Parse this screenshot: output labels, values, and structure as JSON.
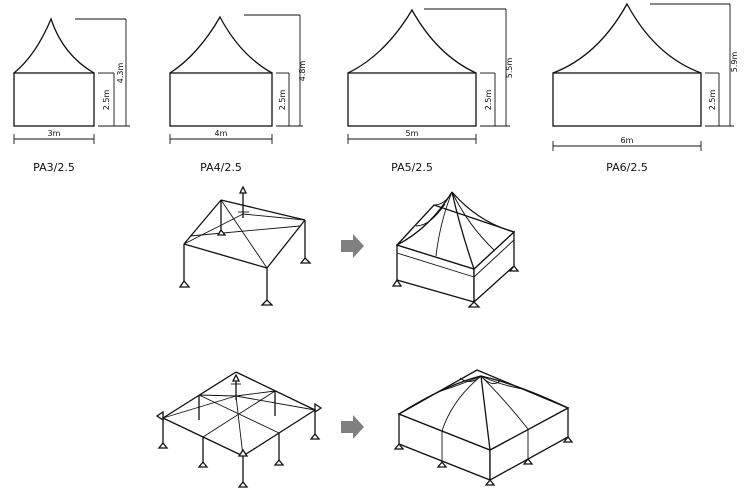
{
  "tents": [
    {
      "model": "PA3/2.5",
      "width": "3m",
      "wall_height": "2.5m",
      "total_height": "4.3m"
    },
    {
      "model": "PA4/2.5",
      "width": "4m",
      "wall_height": "2.5m",
      "total_height": "4.8m"
    },
    {
      "model": "PA5/2.5",
      "width": "5m",
      "wall_height": "2.5m",
      "total_height": "5.5m"
    },
    {
      "model": "PA6/2.5",
      "width": "6m",
      "wall_height": "2.5m",
      "total_height": "5.9m"
    }
  ],
  "arrow_color": "#808080",
  "line_color": "#111111"
}
